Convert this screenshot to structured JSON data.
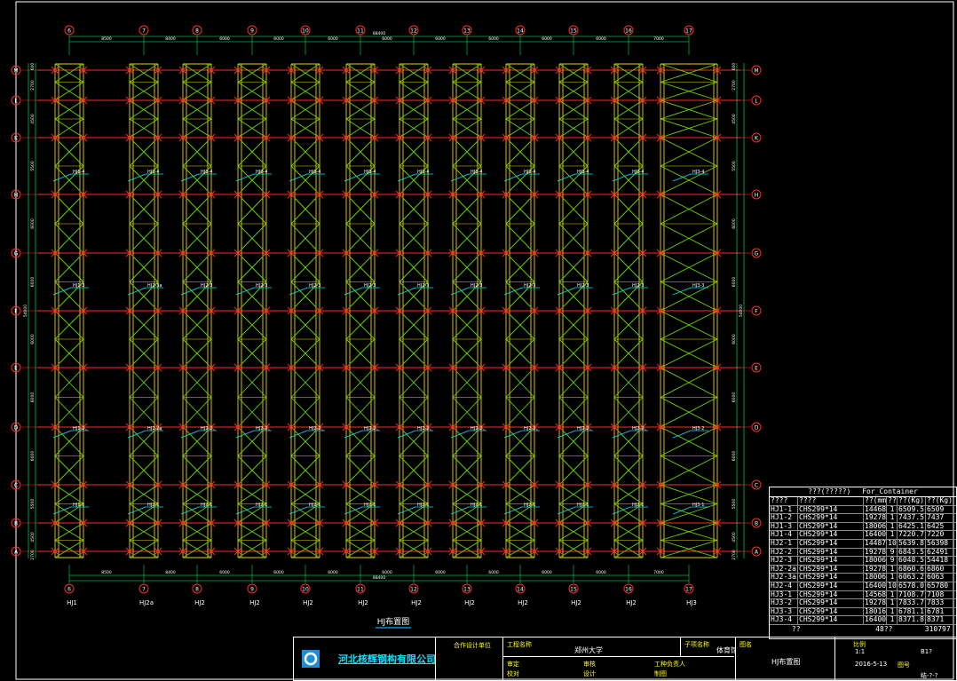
{
  "drawing": {
    "title": "HJ布置图",
    "top_total_dim": "88400",
    "bottom_total_dim": "88400",
    "left_total_dim": "54000",
    "right_total_dim": "54000",
    "top_dims": [
      "8500",
      "8400",
      "6000",
      "6000",
      "6000",
      "6000",
      "6000",
      "6000",
      "6000",
      "6000",
      "7000"
    ],
    "bottom_dims": [
      "8500",
      "8400",
      "6000",
      "6000",
      "6000",
      "6000",
      "6000",
      "6000",
      "6000",
      "6000",
      "7000"
    ],
    "left_dims": [
      "600",
      "2700",
      "4500",
      "5500",
      "6000",
      "6000",
      "6000",
      "6000",
      "6000",
      "5500",
      "4500",
      "2700",
      "600"
    ],
    "right_dims": [
      "600",
      "2700",
      "4500",
      "5500",
      "6000",
      "6000",
      "6000",
      "6000",
      "6000",
      "5500",
      "4500",
      "2700",
      "600"
    ]
  },
  "axes": {
    "columns": [
      "6",
      "7",
      "8",
      "9",
      "10",
      "11",
      "12",
      "13",
      "14",
      "15",
      "16",
      "17"
    ],
    "rows": [
      "M",
      "L",
      "K",
      "H",
      "G",
      "F",
      "E",
      "D",
      "C",
      "B",
      "A"
    ]
  },
  "truss_names": [
    "HJ1",
    "HJ2a",
    "HJ2",
    "HJ2",
    "HJ2",
    "HJ2",
    "HJ2",
    "HJ2",
    "HJ2",
    "HJ2",
    "HJ2",
    "HJ3"
  ],
  "member_labels": {
    "row_h": [
      "HJ1-4",
      "HJ2-4",
      "HJ2-4",
      "HJ2-4",
      "HJ2-4",
      "HJ2-4",
      "HJ2-4",
      "HJ2-4",
      "HJ2-4",
      "HJ2-4",
      "HJ2-4",
      "HJ3-4"
    ],
    "row_f": [
      "HJ1-3",
      "HJ2-3a",
      "HJ2-3",
      "HJ2-3",
      "HJ2-3",
      "HJ2-3",
      "HJ2-3",
      "HJ2-3",
      "HJ2-3",
      "HJ2-3",
      "HJ2-3",
      "HJ3-3"
    ],
    "row_d": [
      "HJ1-2",
      "HJ2-2a",
      "HJ2-2",
      "HJ2-2",
      "HJ2-2",
      "HJ2-2",
      "HJ2-2",
      "HJ2-2",
      "HJ2-2",
      "HJ2-2",
      "HJ2-2",
      "HJ3-2"
    ],
    "row_b": [
      "HJ1-1",
      "HJ2-1",
      "HJ2-1",
      "HJ2-1",
      "HJ2-1",
      "HJ2-1",
      "HJ2-1",
      "HJ2-1",
      "HJ2-1",
      "HJ2-1",
      "HJ2-1",
      "HJ3-1"
    ]
  },
  "schedule": {
    "caption_left": "???(?????)",
    "caption_right": "For_Container",
    "headers": [
      "????",
      "????",
      "??(mm)",
      "??",
      "??(Kg)",
      "??(Kg)"
    ],
    "rows": [
      [
        "HJ1-1",
        "CHS299*14",
        "14468",
        "1",
        "6509.5",
        "6509"
      ],
      [
        "HJ1-2",
        "CHS299*14",
        "19278",
        "1",
        "7437.5",
        "7437"
      ],
      [
        "HJ1-3",
        "CHS299*14",
        "18006",
        "1",
        "6425.1",
        "6425"
      ],
      [
        "HJ1-4",
        "CHS299*14",
        "16400",
        "1",
        "7220.7",
        "7220"
      ],
      [
        "HJ2-1",
        "CHS299*14",
        "14487",
        "10",
        "5639.8",
        "56398"
      ],
      [
        "HJ2-2",
        "CHS299*14",
        "19278",
        "9",
        "6843.5",
        "62491"
      ],
      [
        "HJ2-3",
        "CHS299*14",
        "18006",
        "9",
        "6048.5",
        "54418"
      ],
      [
        "HJ2-2a",
        "CHS299*14",
        "19278",
        "1",
        "6860.6",
        "6860"
      ],
      [
        "HJ2-3a",
        "CHS299*14",
        "18006",
        "1",
        "6063.2",
        "6063"
      ],
      [
        "HJ2-4",
        "CHS299*14",
        "16400",
        "10",
        "6578.0",
        "65780"
      ],
      [
        "HJ3-1",
        "CHS299*14",
        "14568",
        "1",
        "7108.7",
        "7108"
      ],
      [
        "HJ3-2",
        "CHS299*14",
        "19278",
        "1",
        "7833.7",
        "7833"
      ],
      [
        "HJ3-3",
        "CHS299*14",
        "18016",
        "1",
        "6781.1",
        "6781"
      ],
      [
        "HJ3-4",
        "CHS299*14",
        "16400",
        "1",
        "8371.8",
        "8371"
      ]
    ],
    "footer": [
      "??",
      "",
      "",
      "48??",
      "",
      "310797"
    ]
  },
  "title_block": {
    "company": "河北核辉钢构有限公司",
    "cooperation_label": "合作设计单位",
    "project_name_label": "工程名称",
    "project_name": "郑州大学",
    "item_name_label": "子项名称",
    "item_name": "体育馆",
    "drawing_name_label": "图名",
    "drawing_name": "HJ布置图",
    "scale_label": "比例",
    "scale": "1:1",
    "date": "2016-5-13",
    "drawing_no_label": "图号",
    "drawing_no": "结-?-?",
    "sheet": "B1?",
    "person_labels": [
      "审定",
      "审核",
      "工种负责人",
      "校对",
      "设计",
      "制图"
    ]
  }
}
